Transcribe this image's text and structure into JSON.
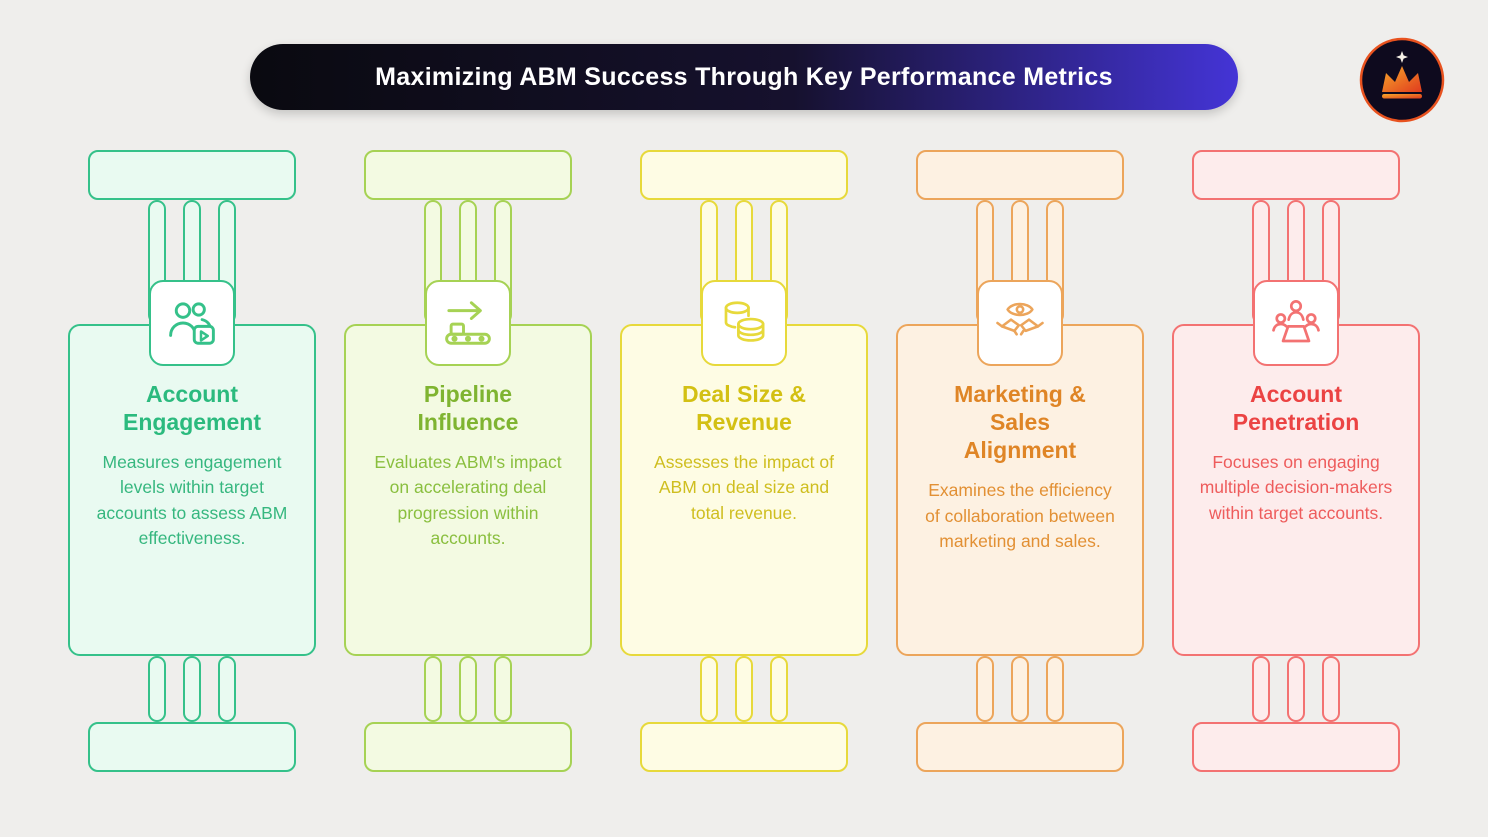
{
  "theme": {
    "background": "#efeeec",
    "header_gradient_start": "#0a0a10",
    "header_gradient_mid": "#16112e",
    "header_gradient_end": "#4434d6",
    "header_text_color": "#ffffff",
    "logo_ring_color": "#e8521f",
    "logo_bg_color": "#0e0a1e"
  },
  "header": {
    "title": "Maximizing ABM Success Through Key Performance Metrics"
  },
  "pillars": [
    {
      "title": "Account\nEngagement",
      "description": "Measures engagement levels within target accounts to assess ABM effectiveness.",
      "icon": "team-video-icon",
      "colors": {
        "border": "#35c18a",
        "fill": "#e9faf1",
        "title": "#2bba7e",
        "text": "#36b77f"
      }
    },
    {
      "title": "Pipeline\nInfluence",
      "description": "Evaluates ABM's impact on accelerating deal progression within accounts.",
      "icon": "conveyor-arrow-icon",
      "colors": {
        "border": "#a6d254",
        "fill": "#f3fae2",
        "title": "#7fb431",
        "text": "#8abf3f"
      }
    },
    {
      "title": "Deal Size &\nRevenue",
      "description": "Assesses the impact of ABM on deal size and total revenue.",
      "icon": "revenue-coins-icon",
      "colors": {
        "border": "#e7d93b",
        "fill": "#fefce4",
        "title": "#d3c013",
        "text": "#cfbe1f"
      }
    },
    {
      "title": "Marketing &\nSales\nAlignment",
      "description": "Examines the efficiency of collaboration between marketing and sales.",
      "icon": "eye-handshake-icon",
      "colors": {
        "border": "#eca55b",
        "fill": "#fdf1e2",
        "title": "#df8526",
        "text": "#e29034"
      }
    },
    {
      "title": "Account\nPenetration",
      "description": "Focuses on engaging multiple decision-makers within target accounts.",
      "icon": "meeting-table-icon",
      "colors": {
        "border": "#f37272",
        "fill": "#fdecec",
        "title": "#eb4343",
        "text": "#ee5c5c"
      }
    }
  ]
}
